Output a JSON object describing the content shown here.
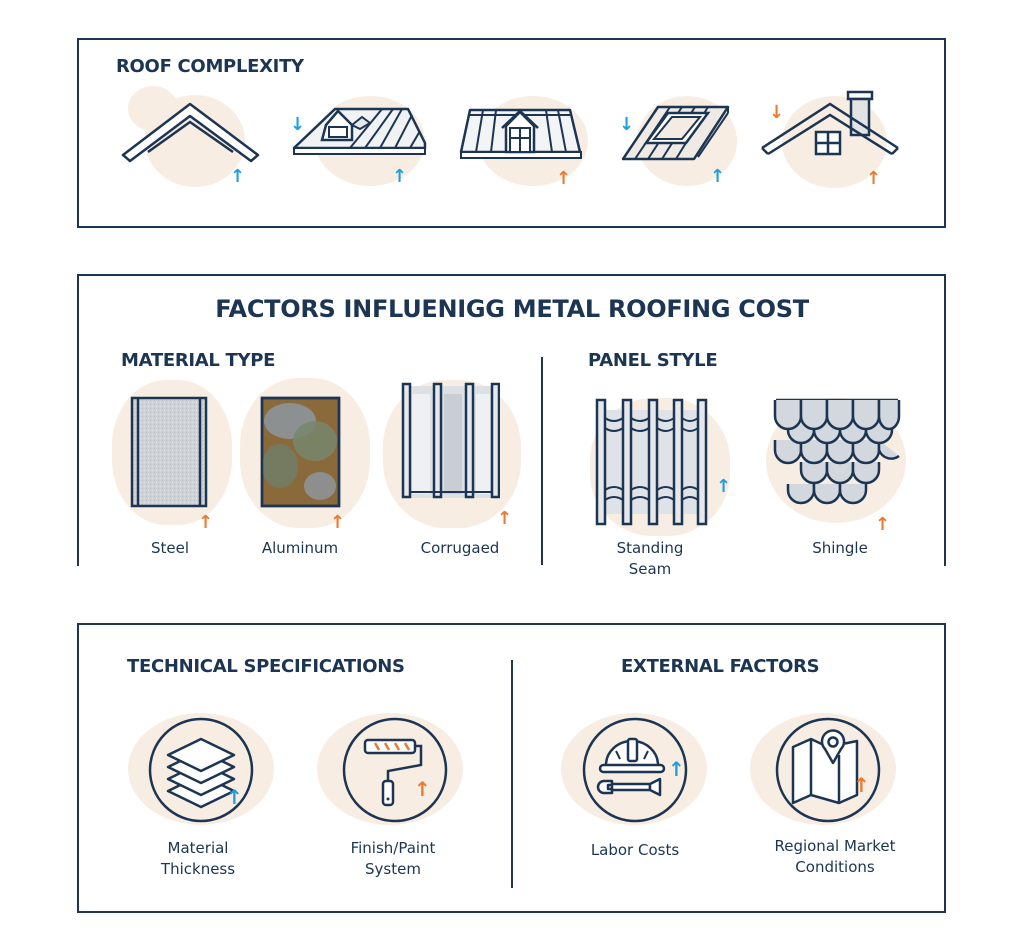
{
  "colors": {
    "navy": "#1c3553",
    "accent_blue": "#1ea0e0",
    "accent_orange": "#ec7a2e",
    "blob_beige": "#f8ede3",
    "metal_gray": "#d8dde2"
  },
  "roof_complexity": {
    "heading": "ROOF COMPLEXITY",
    "items": [
      {
        "icon": "simple-gable-roof-icon",
        "arrows": [
          {
            "direction": "up",
            "color": "blue"
          }
        ]
      },
      {
        "icon": "dormer-roof-icon",
        "arrows": [
          {
            "direction": "down",
            "color": "blue"
          },
          {
            "direction": "up",
            "color": "blue"
          }
        ]
      },
      {
        "icon": "gable-dormer-roof-icon",
        "arrows": [
          {
            "direction": "up",
            "color": "orange"
          }
        ]
      },
      {
        "icon": "skylight-roof-icon",
        "arrows": [
          {
            "direction": "down",
            "color": "blue"
          },
          {
            "direction": "up",
            "color": "blue"
          }
        ]
      },
      {
        "icon": "house-chimney-roof-icon",
        "arrows": [
          {
            "direction": "down",
            "color": "orange"
          },
          {
            "direction": "up",
            "color": "orange"
          }
        ]
      }
    ]
  },
  "factors": {
    "title": "FACTORS INFLUENIGG METAL ROOFING COST",
    "material_type": {
      "heading": "MATERIAL TYPE",
      "items": [
        {
          "label": "Steel",
          "icon": "steel-panel-icon",
          "arrow": {
            "direction": "up",
            "color": "orange"
          }
        },
        {
          "label": "Aluminum",
          "icon": "aluminum-panel-icon",
          "arrow": {
            "direction": "up",
            "color": "orange"
          }
        },
        {
          "label": "Corrugaed",
          "icon": "corrugated-panel-icon",
          "arrow": {
            "direction": "up",
            "color": "orange"
          }
        }
      ]
    },
    "panel_style": {
      "heading": "PANEL STYLE",
      "items": [
        {
          "label_line1": "Standing",
          "label_line2": "Seam",
          "icon": "standing-seam-icon",
          "arrow": {
            "direction": "up",
            "color": "blue"
          }
        },
        {
          "label": "Shingle",
          "icon": "shingle-icon",
          "arrow": {
            "direction": "up",
            "color": "orange"
          }
        }
      ]
    }
  },
  "technical_specifications": {
    "heading": "TECHNICAL SPECIFICATIONS",
    "items": [
      {
        "label_line1": "Material",
        "label_line2": "Thickness",
        "icon": "layers-icon",
        "arrow": {
          "direction": "up",
          "color": "blue"
        }
      },
      {
        "label_line1": "Finish/Paint",
        "label_line2": "System",
        "icon": "paint-roller-icon",
        "arrow": {
          "direction": "up",
          "color": "orange"
        }
      }
    ]
  },
  "external_factors": {
    "heading": "EXTERNAL FACTORS",
    "items": [
      {
        "label": "Labor Costs",
        "icon": "hardhat-wrench-icon",
        "arrow": {
          "direction": "up",
          "color": "blue"
        }
      },
      {
        "label_line1": "Regional Market",
        "label_line2": "Conditions",
        "icon": "map-pin-icon",
        "arrow": {
          "direction": "up",
          "color": "orange"
        }
      }
    ]
  },
  "glyphs": {
    "up": "↑",
    "down": "↓"
  }
}
